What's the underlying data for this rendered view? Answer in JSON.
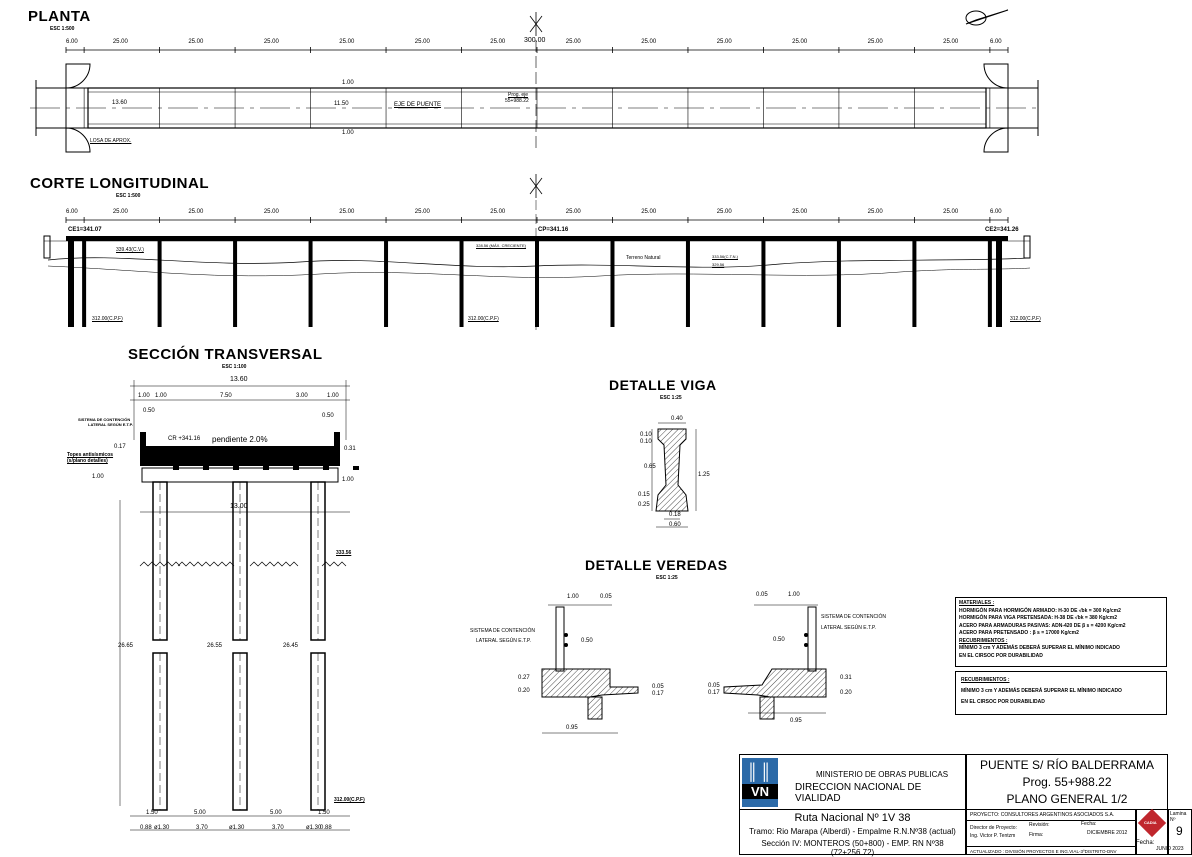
{
  "titles": {
    "planta": "PLANTA",
    "planta_scale": "ESC 1:500",
    "corte": "CORTE LONGITUDINAL",
    "corte_scale": "ESC 1:500",
    "seccion": "SECCIÓN TRANSVERSAL",
    "seccion_scale": "ESC 1:100",
    "viga": "DETALLE VIGA",
    "viga_scale": "ESC 1:25",
    "veredas": "DETALLE VEREDAS",
    "veredas_scale": "ESC 1:25"
  },
  "plan": {
    "total_length": "300.00",
    "spans": [
      "6.00",
      "25.00",
      "25.00",
      "25.00",
      "25.00",
      "25.00",
      "25.00",
      "25.00",
      "25.00",
      "25.00",
      "25.00",
      "25.00",
      "25.00",
      "6.00"
    ],
    "width_left": "13.60",
    "width_mid": "11.50",
    "offset_top": "1.00",
    "offset_bottom": "1.00",
    "axis_label": "EJE DE PUENTE",
    "prog_label": "Prog. eje",
    "prog_value": "55+988.22",
    "losa_label": "LOSA DE APROX."
  },
  "corte": {
    "spans": [
      "6.00",
      "25.00",
      "25.00",
      "25.00",
      "25.00",
      "25.00",
      "25.00",
      "25.00",
      "25.00",
      "25.00",
      "25.00",
      "25.00",
      "25.00",
      "6.00"
    ],
    "ce1": "CE1=341.07",
    "cp": "CP=341.16",
    "ce2": "CE2=341.26",
    "cv_left": "339.43(C.V.)",
    "max_creciente": "328.56 (MÁX. CRECIENTE)",
    "terreno": "Terreno Natural",
    "cv_right": "333.56(C.T.N.)",
    "cv_right2": "329.56",
    "pf_left": "312.00(C.P.F)",
    "pf_mid": "312.00(C.P.F)",
    "pf_right": "312.00(C.P.F)"
  },
  "seccion": {
    "total": "13.60",
    "top_dims": [
      "1.00",
      "1.00",
      "7.50",
      "3.00",
      "1.00"
    ],
    "sistema_label_1": "SISTEMA DE CONTENCIÓN",
    "sistema_label_2": "LATERAL SEGÚN E.T.P.",
    "dim_050_left": "0.50",
    "dim_050_right": "0.50",
    "cr_label": "CR +341.16",
    "pendiente": "pendiente  2.0%",
    "dim_017": "0.17",
    "dim_031": "0.31",
    "topes_1": "Topes antisísmicos",
    "topes_2": "(s/plano detalles)",
    "dim_100_left": "1.00",
    "dim_100_right": "1.00",
    "dim_1300": "13.00",
    "level_333": "333.56",
    "pile_left": "26.65",
    "pile_mid": "26.55",
    "pile_right": "26.45",
    "pf": "312.00(C.P.F)",
    "bottom_dims_1": [
      "1.50",
      "5.00",
      "5.00",
      "1.50"
    ],
    "bottom_dims_2": [
      "0.88",
      "ø1.30",
      "3.70",
      "ø1.30",
      "3.70",
      "ø1.30",
      "0.88"
    ]
  },
  "viga": {
    "top": "0.40",
    "d1": "0.10",
    "d2": "0.10",
    "d3": "0.65",
    "d4": "0.15",
    "d5": "0.25",
    "height": "1.25",
    "web": "0.18",
    "bottom": "0.60"
  },
  "veredas": {
    "left_100": "1.00",
    "left_005": "0.05",
    "sistema_1": "SISTEMA DE CONTENCIÓN",
    "sistema_2": "LATERAL SEGÚN E.T.P.",
    "left_050": "0.50",
    "left_027": "0.27",
    "left_020": "0.20",
    "left_005b": "0.05",
    "left_017": "0.17",
    "left_095": "0.95",
    "right_005": "0.05",
    "right_100": "1.00",
    "right_050": "0.50",
    "right_031": "0.31",
    "right_020": "0.20",
    "right_005b": "0.05",
    "right_017": "0.17",
    "right_095": "0.95"
  },
  "materiales": {
    "header": "MATERIALES :",
    "lines": [
      "HORMIGÓN PARA HORMIGÓN ARMADO: H-30 DE √bk = 300 Kg/cm2",
      "HORMIGÓN PARA VIGA PRETENSADA: H-38 DE √bk = 380 Kg/cm2",
      "ACERO PARA ARMADURAS PASIVAS: ADN-420 DE β s = 4200 Kg/cm2",
      "ACERO PARA PRETENSADO :  β s = 17000 Kg/cm2"
    ],
    "recub_header": "RECUBRIMIENTOS :",
    "recub_lines": [
      "MÍNIMO 3 cm Y ADEMÁS DEBERÁ SUPERAR EL MÍNIMO INDICADO",
      "EN EL CIRSOC POR DURABILIDAD"
    ]
  },
  "recubrimientos": {
    "header": "RECUBRIMIENTOS :",
    "lines": [
      "MÍNIMO 3 cm Y ADEMÁS DEBERÁ SUPERAR EL MÍNIMO INDICADO",
      "EN EL CIRSOC POR DURABILIDAD"
    ]
  },
  "title_block": {
    "logo": "VN",
    "ministerio": "MINISTERIO DE OBRAS PUBLICAS",
    "direccion": "DIRECCION NACIONAL DE VIALIDAD",
    "obra_1": "PUENTE S/  RÍO BALDERRAMA",
    "obra_2": "Prog. 55+988.22",
    "obra_3": "PLANO GENERAL 1/2",
    "ruta": "Ruta Nacional Nº 1V 38",
    "tramo": "Tramo: Rio Marapa (Alberdi) - Empalme R.N.Nº38 (actual)",
    "seccion": "Sección IV: MONTEROS  (50+800) - EMP. RN Nº38  (72+256.72)",
    "proyecto": "PROYECTO: CONSULTORES ARGENTINOS ASOCIADOS S.A.",
    "director": "Director de Proyecto:",
    "director_name": "Ing. Victor P. Tentzm",
    "revision": "Revisión:",
    "firma": "Firma:",
    "fecha_label": "Fecha:",
    "fecha": "DICIEMBRE 2012",
    "actualizado": "ACTUALIZADO : DIVISIÓN PROYECTOS E ING.VIAL-3ºDISTRITO-DNV",
    "fecha2_label": "Fecha:",
    "fecha2": "JUNIO 2023",
    "lamina_label": "Lamina Nº",
    "lamina": "9",
    "badge": "CADIA"
  }
}
